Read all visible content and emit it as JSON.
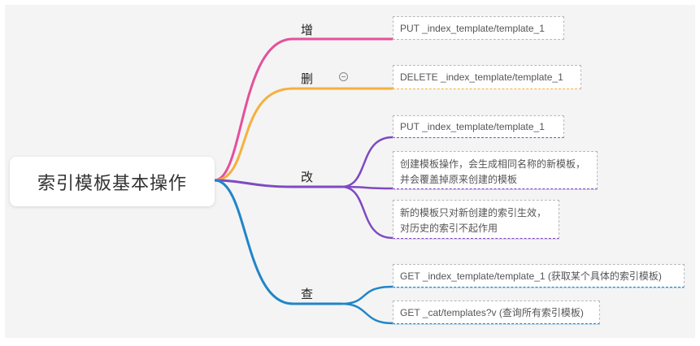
{
  "root": {
    "label": "索引模板基本操作"
  },
  "colors": {
    "add": "#e4509b",
    "delete": "#f5b03e",
    "modify": "#7e4ac2",
    "query": "#1f86c8"
  },
  "branches": {
    "add": {
      "label": "增",
      "items": [
        "PUT _index_template/template_1"
      ]
    },
    "delete": {
      "label": "删",
      "items": [
        "DELETE _index_template/template_1"
      ],
      "collapse_icon": "minus-circle-icon"
    },
    "modify": {
      "label": "改",
      "items": [
        "PUT _index_template/template_1",
        "创建模板操作，会生成相同名称的新模板，并会覆盖掉原来创建的模板",
        "新的模板只对新创建的索引生效，对历史的索引不起作用"
      ]
    },
    "query": {
      "label": "查",
      "items": [
        "GET _index_template/template_1 (获取某个具体的索引模板)",
        "GET _cat/templates?v (查询所有索引模板)"
      ]
    }
  }
}
